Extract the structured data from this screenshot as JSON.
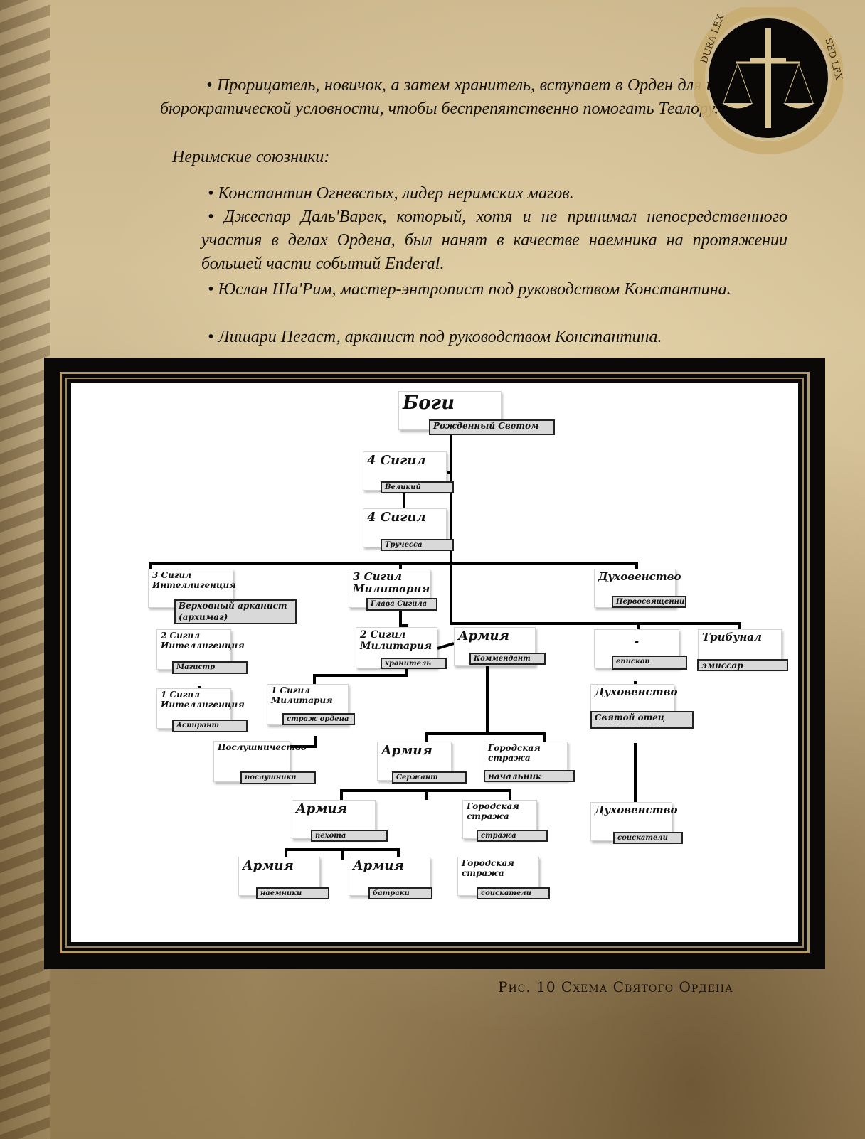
{
  "text": {
    "p1": "• Прорицатель, новичок, а затем хранитель, вступает в Орден для исполнения бюрократической условности, чтобы беспрепятственно помогать Теалору.",
    "p2": "Неримские союзники:",
    "p3": "• Константин Огневспых, лидер неримских магов.",
    "p4": "• Джеспар Даль'Варек, который, хотя и не принимал непосредственного участия в делах Ордена, был нанят в качестве наемника на протяжении большей части событий Enderal.",
    "p5": "• Юслан Ша'Рим, мастер-энтропист под руководством Константина.",
    "p6": "• Лишари Пегаст, арканист под руководством Константина."
  },
  "emblem": {
    "lettering": "DURA LEX SED LEX"
  },
  "diagram": {
    "nodes": [
      {
        "title": "Боги",
        "label": "Рожденный Светом Милфис"
      },
      {
        "title": "4 Сигил",
        "label": "Великий Магистр"
      },
      {
        "title": "4 Сигил",
        "label": "Тручесса"
      },
      {
        "title": "3 Сигил\nИнтеллигенция",
        "label": "Верховный арканист\n(архимаг)"
      },
      {
        "title": "3 Сигил\nМилитария",
        "label": "Глава Сигила"
      },
      {
        "title": "Духовенство",
        "label": "Первосвященник"
      },
      {
        "title": "2 Сигил\nИнтеллигенция",
        "label": "Магистр  арканист"
      },
      {
        "title": "2 Сигил\nМилитария",
        "label": "хранитель стяга"
      },
      {
        "title": "Армия",
        "label": "Коммендант"
      },
      {
        "title": "-",
        "label": "епископ"
      },
      {
        "title": "Трибунал",
        "label": "эмиссар"
      },
      {
        "title": "1 Сигил\nИнтеллигенция",
        "label": "Аспирант"
      },
      {
        "title": "1 Сигил\nМилитария",
        "label": "страж ордена"
      },
      {
        "title": "Духовенство",
        "label": "Святой отец\nсвятая мать"
      },
      {
        "title": "Послушничество",
        "label": "послушники"
      },
      {
        "title": "Армия",
        "label": "Сержант"
      },
      {
        "title": "Городская\nстража",
        "label": "начальник стражи"
      },
      {
        "title": "Армия",
        "label": "пехота"
      },
      {
        "title": "Городская\nстража",
        "label": "стража"
      },
      {
        "title": "Духовенство",
        "label": "соискатели"
      },
      {
        "title": "Армия",
        "label": "наемники"
      },
      {
        "title": "Армия",
        "label": "батраки"
      },
      {
        "title": "Городская\nстража",
        "label": "соискатели"
      }
    ]
  },
  "caption": "Рис. 10 Схема Святого Ордена"
}
